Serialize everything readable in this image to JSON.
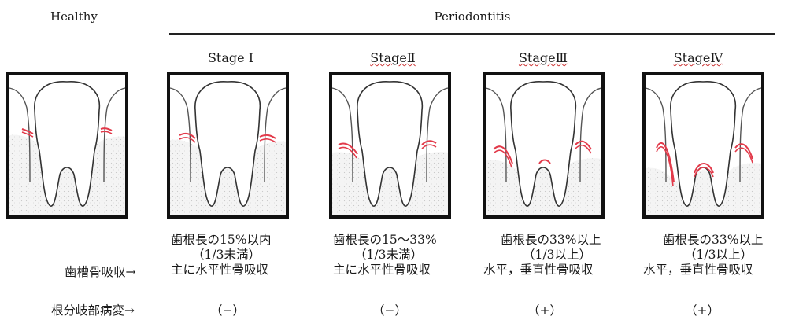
{
  "header": {
    "healthy": "Healthy",
    "periodontitis": "Periodontitis"
  },
  "stages": [
    {
      "label": "Stage Ⅰ"
    },
    {
      "label": "StageⅡ"
    },
    {
      "label": "StageⅢ"
    },
    {
      "label": "StageⅣ"
    }
  ],
  "rows": {
    "bone_loss": "歯槽骨吸収→",
    "furcation": "根分岐部病変→"
  },
  "descriptions": [
    {
      "l1": "歯根長の15%以内",
      "l2": "（1/3未満）",
      "l3": "主に水平性骨吸収",
      "furcation": "（−）"
    },
    {
      "l1": "歯根長の15〜33%",
      "l2": "（1/3未満）",
      "l3": "主に水平性骨吸収",
      "furcation": "（−）"
    },
    {
      "l1": "歯根長の33%以上",
      "l2": "（1/3以上）",
      "l3": "水平，垂直性骨吸収",
      "furcation": "（+）"
    },
    {
      "l1": "歯根長の33%以上",
      "l2": "（1/3以上）",
      "l3": "水平，垂直性骨吸収",
      "furcation": "（+）"
    }
  ],
  "colors": {
    "inflammation": "#e23a4a",
    "bone": "#f0f0f0",
    "frame": "#111111"
  }
}
